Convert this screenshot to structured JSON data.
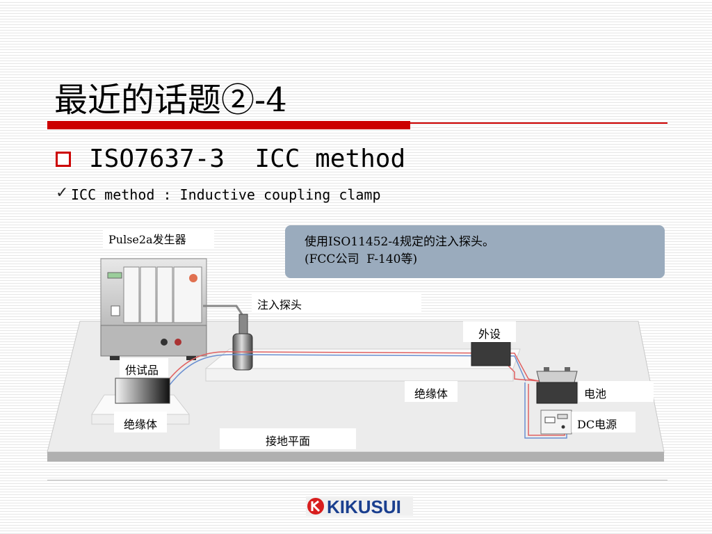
{
  "slide": {
    "title": "最近的话题②-4",
    "bullet": "ISO7637-3  ICC method",
    "check_mark": "✓",
    "sub_bullet": "ICC method : Inductive coupling clamp"
  },
  "callout": {
    "line1": "使用ISO11452-4规定的注入探头。",
    "line2": "(FCC公司  F-140等)"
  },
  "labels": {
    "generator": "Pulse2a发生器",
    "probe": "注入探头",
    "peripheral": "外设",
    "dut": "供试品",
    "insulator_center": "绝缘体",
    "insulator_left": "绝缘体",
    "battery": "电池",
    "dc_power": "DC电源",
    "ground_plane": "接地平面"
  },
  "logo": {
    "text": "KIKUSUI",
    "brand_color": "#d81e1e"
  },
  "colors": {
    "accent": "#cc0000",
    "callout_bg": "#9aabbd",
    "wire_red": "#e06060",
    "wire_blue": "#6a8fd0"
  }
}
